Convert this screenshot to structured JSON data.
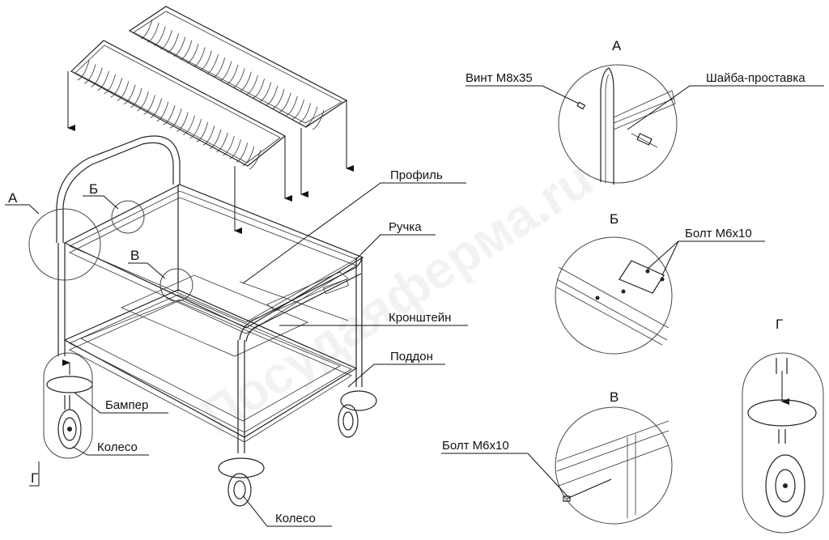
{
  "watermark": "Посудаяферма.ru",
  "labels": {
    "a_main": "А",
    "b_main": "Б",
    "v_main": "В",
    "g_main": "Г",
    "profile": "Профиль",
    "handle": "Ручка",
    "bracket": "Кронштейн",
    "tray": "Поддон",
    "bumper": "Бампер",
    "wheel_left": "Колесо",
    "wheel_bottom": "Колесо"
  },
  "details": {
    "a": {
      "title": "А",
      "screw": "Винт М8х35",
      "washer": "Шайба-проставка"
    },
    "b": {
      "title": "Б",
      "bolt": "Болт М6х10"
    },
    "v": {
      "title": "В",
      "bolt": "Болт М6х10"
    },
    "g": {
      "title": "Г"
    }
  }
}
